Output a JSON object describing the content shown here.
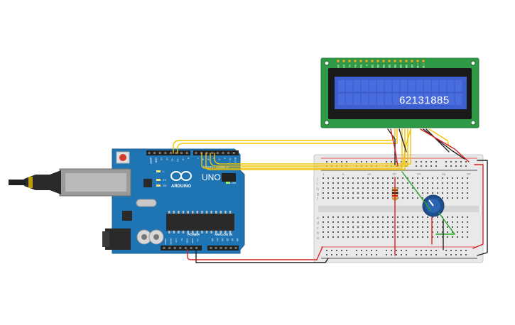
{
  "lcd": {
    "display_text": "62131885",
    "pin_labels": [
      "GND",
      "VCC",
      "V0",
      "RS",
      "RW",
      "E",
      "DB0",
      "DB1",
      "DB2",
      "DB3",
      "DB4",
      "DB5",
      "DB6",
      "DB7",
      "LED",
      "LED"
    ]
  },
  "arduino": {
    "logo_text": "ARDUINO",
    "model": "UNO",
    "on_label": "ON",
    "digital_header_label": "DIGITAL (PWM ~)",
    "power_label": "POWER",
    "analog_label": "ANALOG IN",
    "led_labels": [
      "L",
      "TX",
      "RX"
    ],
    "top_pin_labels": [
      "AREF",
      "GND",
      "13",
      "12",
      "~11",
      "~10",
      "~9",
      "8",
      "7",
      "~6",
      "~5",
      "4",
      "~3",
      "2",
      "TX 1",
      "RX 0"
    ],
    "power_pin_labels": [
      "IOREF",
      "RESET",
      "3.3V",
      "5V",
      "GND",
      "GND",
      "Vin"
    ],
    "analog_pin_labels": [
      "A0",
      "A1",
      "A2",
      "A3",
      "A4",
      "A5"
    ]
  },
  "breadboard": {
    "row_labels_top": [
      "j",
      "i",
      "h",
      "g",
      "f"
    ],
    "row_labels_bottom": [
      "e",
      "d",
      "c",
      "b",
      "a"
    ],
    "column_numbers": [
      "1",
      "5",
      "10",
      "15",
      "20",
      "25",
      "30"
    ]
  },
  "colors": {
    "pcb_blue": "#1f74b4",
    "lcd_pcb_green": "#2e9a45",
    "lcd_screen": "#3d5fd0",
    "wire_yellow": "#f2c300",
    "wire_red": "#d92020",
    "wire_black": "#222222",
    "wire_green": "#2aa52a"
  }
}
